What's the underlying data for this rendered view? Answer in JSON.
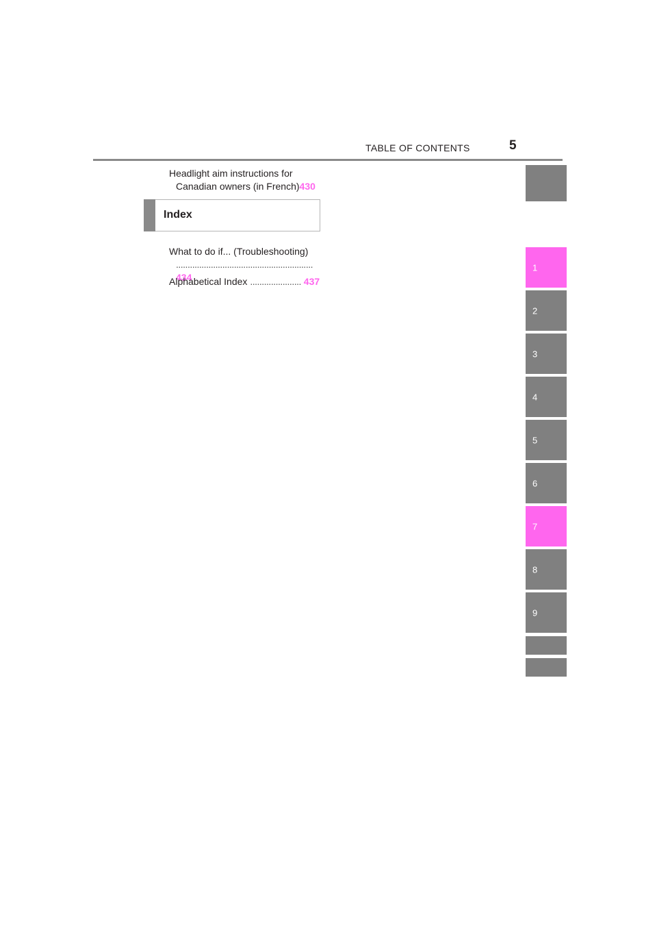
{
  "header": {
    "title": "TABLE OF CONTENTS",
    "page_number": "5"
  },
  "entries_top": [
    {
      "line1": "Headlight aim instructions for",
      "line2": "Canadian owners (in French)",
      "page": "430"
    }
  ],
  "section": {
    "label": "Index"
  },
  "entries": [
    {
      "line1": "What to do if... (Troubleshooting)",
      "dots": "...........................................................",
      "page": "434"
    },
    {
      "line1": "Alphabetical Index",
      "dots": "......................",
      "page": "437"
    }
  ],
  "tabs": [
    {
      "label": "",
      "active": false
    },
    {
      "label": "1",
      "active": true
    },
    {
      "label": "2",
      "active": false
    },
    {
      "label": "3",
      "active": false
    },
    {
      "label": "4",
      "active": false
    },
    {
      "label": "5",
      "active": false
    },
    {
      "label": "6",
      "active": false
    },
    {
      "label": "7",
      "active": true
    },
    {
      "label": "8",
      "active": false
    },
    {
      "label": "9",
      "active": false
    },
    {
      "label": "",
      "active": false
    },
    {
      "label": "",
      "active": false
    }
  ],
  "colors": {
    "accent": "#ff66ee",
    "tab_gray": "#808080",
    "rule_gray": "#8a8a8a"
  }
}
